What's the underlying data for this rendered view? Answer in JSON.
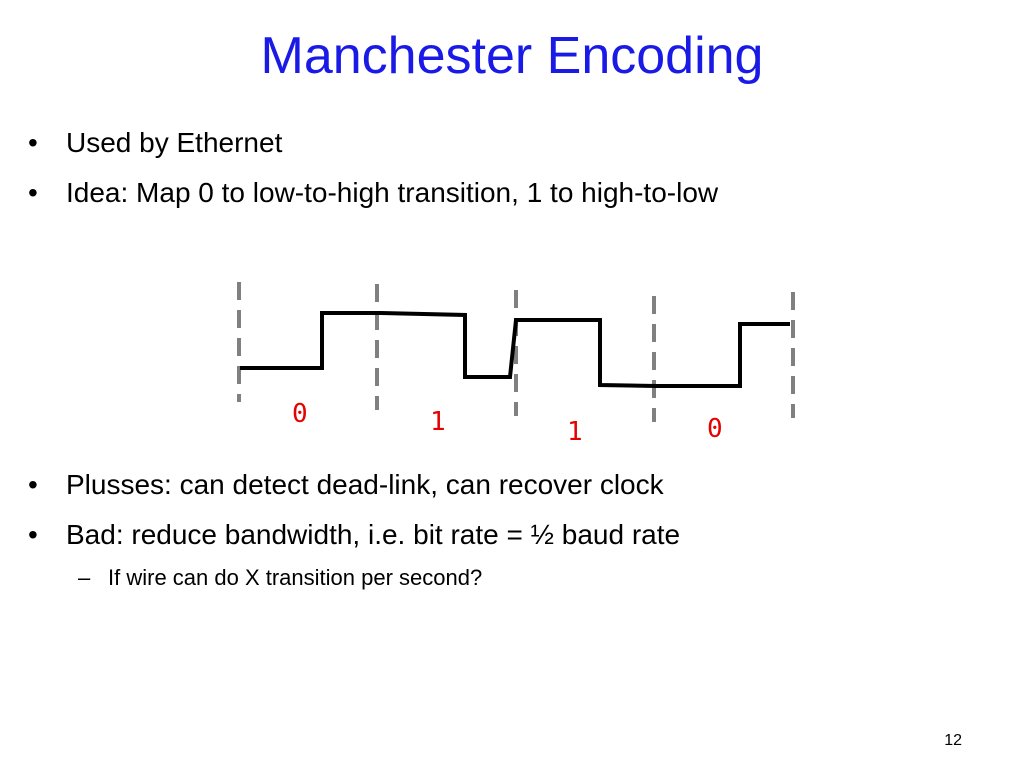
{
  "slide": {
    "title": "Manchester Encoding",
    "page_number": "12",
    "bullet_symbol": "•",
    "sub_bullet_symbol": "–",
    "top_bullets": [
      {
        "text": "Used by Ethernet"
      },
      {
        "text": "Idea: Map 0 to low-to-high transition, 1 to high-to-low"
      }
    ],
    "bottom_bullets": [
      {
        "text": "Plusses: can detect dead-link, can recover clock"
      },
      {
        "text": "Bad: reduce bandwidth, i.e. bit rate = ½ baud rate"
      }
    ],
    "sub_bullets": [
      {
        "text": "If wire can do X transition per second?"
      }
    ]
  },
  "diagram": {
    "bits": [
      "0",
      "1",
      "1",
      "0"
    ],
    "signal_color": "#000000",
    "divider_color": "#808080",
    "label_color": "#e60000"
  }
}
